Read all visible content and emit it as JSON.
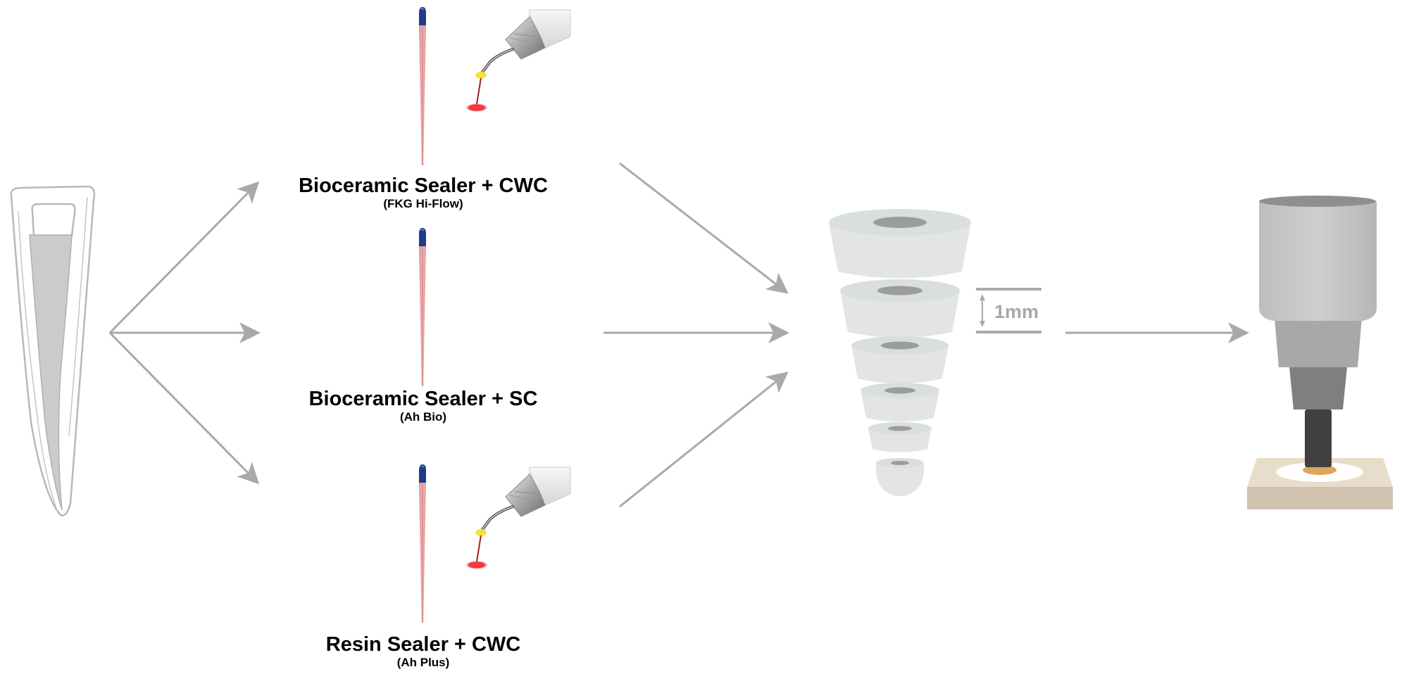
{
  "groups": [
    {
      "title": "Bioceramic Sealer + CWC",
      "subtitle": "(FKG Hi-Flow)"
    },
    {
      "title": "Bioceramic Sealer + SC",
      "subtitle": "(Ah Bio)"
    },
    {
      "title": "Resin Sealer + CWC",
      "subtitle": "(Ah Plus)"
    }
  ],
  "slice_thickness_label": "1mm",
  "colors": {
    "arrow": "#a9a9a9",
    "tooth_outline": "#b8b8b8",
    "canal_fill": "#c9cbcd",
    "gutta_percha": "#f2a6a6",
    "file_handle": "#1f3a8a",
    "laser_red": "#e8202a",
    "laser_ring": "#f3e43a",
    "slice_fill": "#e4e4e4",
    "slice_top": "#d9dfde",
    "slice_hole": "#9c9c9c",
    "machine_upper": "#c7c7c7",
    "machine_mid": "#a8a8a8",
    "machine_lower": "#7f7f7f",
    "plunger": "#404040",
    "base_plate": "#e8dccb",
    "sample": "#e0a55a"
  },
  "icons": [
    "tooth-section-icon",
    "gutta-percha-cone-icon",
    "ultrasonic-laser-tip-icon",
    "root-slices-icon",
    "push-out-testing-machine-icon"
  ]
}
